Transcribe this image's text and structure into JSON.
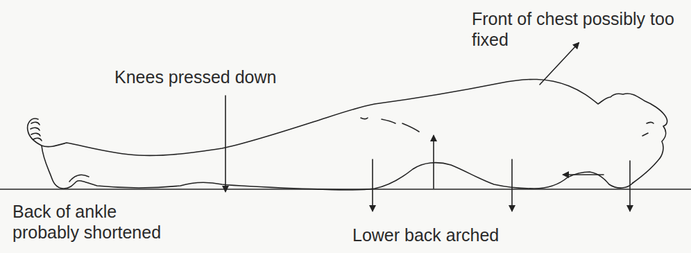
{
  "diagram": {
    "labels": [
      "Front of chest possibly too fixed",
      "Knees pressed down",
      "Back of ankle probably shortened",
      "Lower back arched"
    ]
  }
}
